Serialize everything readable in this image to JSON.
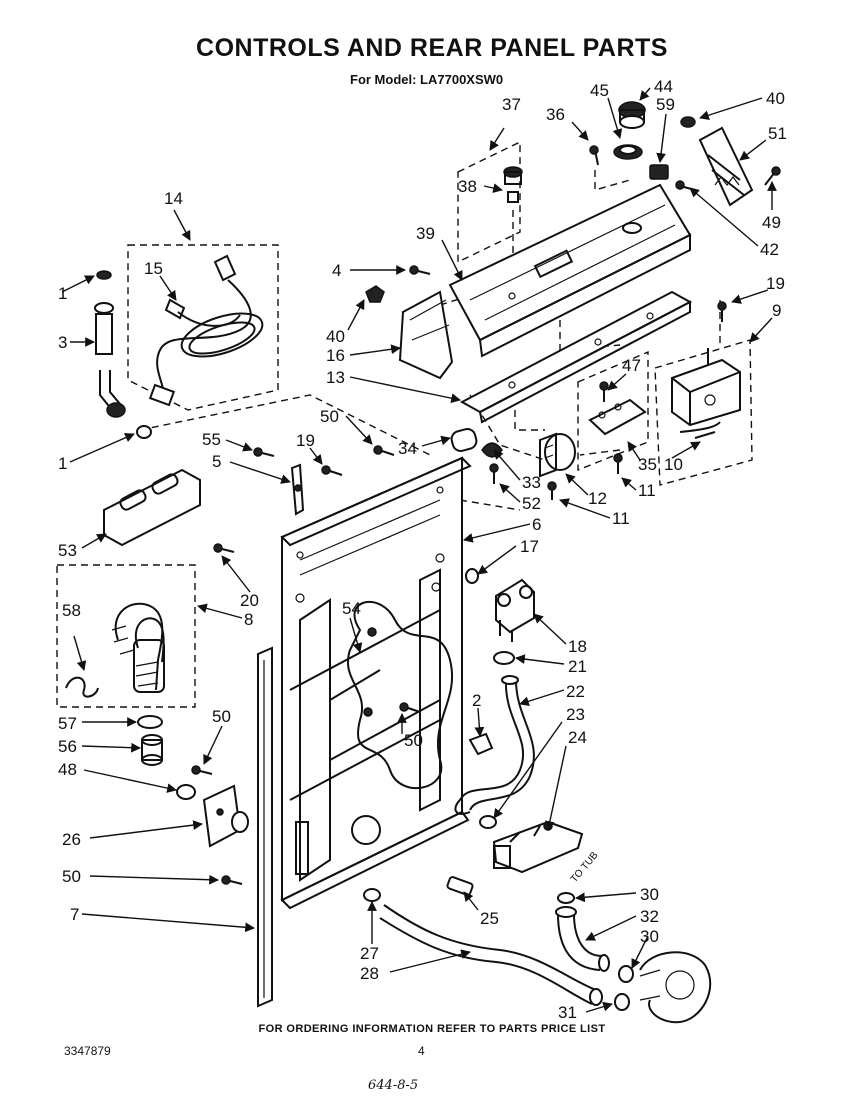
{
  "title": "CONTROLS AND REAR PANEL PARTS",
  "subtitle": "For Model: LA7700XSW0",
  "footer": "FOR ORDERING INFORMATION REFER TO PARTS PRICE LIST",
  "doc_number": "3347879",
  "page_number": "4",
  "handwritten_note": "644-8-5",
  "to_tub_label": "TO TUB",
  "callouts": [
    "37",
    "36",
    "45",
    "44",
    "59",
    "40",
    "51",
    "38",
    "49",
    "42",
    "39",
    "4",
    "40",
    "16",
    "13",
    "14",
    "15",
    "1",
    "3",
    "1",
    "19",
    "9",
    "47",
    "50",
    "55",
    "5",
    "19",
    "34",
    "33",
    "52",
    "12",
    "35",
    "10",
    "11",
    "11",
    "6",
    "17",
    "53",
    "20",
    "8",
    "58",
    "54",
    "18",
    "21",
    "2",
    "22",
    "23",
    "24",
    "57",
    "50",
    "56",
    "48",
    "50",
    "26",
    "50",
    "25",
    "7",
    "27",
    "28",
    "30",
    "32",
    "30",
    "31"
  ]
}
